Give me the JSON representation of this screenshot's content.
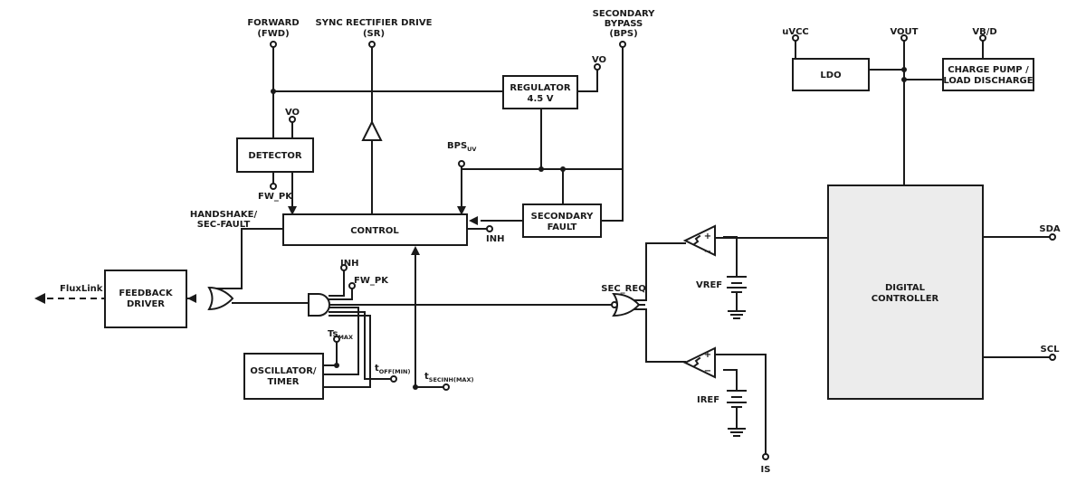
{
  "pins": {
    "forward": "FORWARD",
    "forward_abbr": "(FWD)",
    "sync_rectifier": "SYNC RECTIFIER DRIVE",
    "sync_rectifier_abbr": "(SR)",
    "secondary_bypass_1": "SECONDARY",
    "secondary_bypass_2": "BYPASS",
    "secondary_bypass_abbr": "(BPS)",
    "vo_regulator": "VO",
    "vo_detector": "VO",
    "fw_pk_detector": "FW_PK",
    "bps_uv": "BPS",
    "bps_uv_sub": "UV",
    "inh_control": "INH",
    "inh_gate": "INH",
    "fw_pk_gate": "FW_PK",
    "handshake_1": "HANDSHAKE/",
    "handshake_2": "SEC-FAULT",
    "fluxlink": "FluxLink",
    "ts_max": "Ts",
    "ts_max_sub": "MAX",
    "toff_min": "t",
    "toff_min_sub": "OFF(MIN)",
    "tsecinh_max": "t",
    "tsecinh_max_sub": "SECINH(MAX)",
    "sec_req": "SEC_REQ",
    "vref": "VREF",
    "iref": "IREF",
    "is": "IS",
    "uvcc": "uVCC",
    "vout": "VOUT",
    "vbd": "VB/D",
    "sda": "SDA",
    "scl": "SCL"
  },
  "blocks": {
    "regulator_1": "REGULATOR",
    "regulator_2": "4.5 V",
    "detector": "DETECTOR",
    "control": "CONTROL",
    "secondary_fault_1": "SECONDARY",
    "secondary_fault_2": "FAULT",
    "feedback_driver_1": "FEEDBACK",
    "feedback_driver_2": "DRIVER",
    "oscillator_1": "OSCILLATOR/",
    "oscillator_2": "TIMER",
    "ldo": "LDO",
    "charge_pump_1": "CHARGE PUMP /",
    "charge_pump_2": "LOAD DISCHARGE",
    "digital_controller_1": "DIGITAL",
    "digital_controller_2": "CONTROLLER"
  },
  "comparators": {
    "plus": "+",
    "minus": "−"
  }
}
